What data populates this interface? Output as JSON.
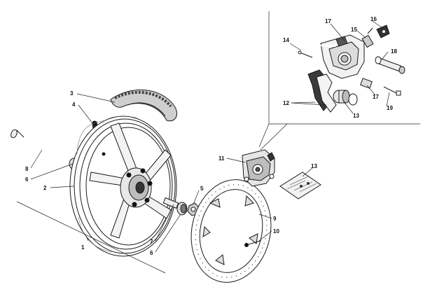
{
  "callouts": {
    "c1": "1",
    "c2": "2",
    "c3": "3",
    "c4": "4",
    "c5": "5",
    "c6a": "6",
    "c6b": "6",
    "c7": "7",
    "c8": "8",
    "c9": "9",
    "c10": "10",
    "c11": "11",
    "c12": "12",
    "c13a": "13",
    "c13b": "13",
    "c14": "14",
    "c15": "15",
    "c16": "16",
    "c17a": "17",
    "c17b": "17",
    "c18": "18",
    "c19": "19"
  },
  "colors": {
    "ink": "#1a1a1a",
    "paper": "#ffffff",
    "shade": "#555555"
  },
  "parts": [
    {
      "number": "1",
      "icon": "wheel-assembly-icon"
    },
    {
      "number": "2",
      "icon": "rim-icon"
    },
    {
      "number": "3",
      "icon": "tire-icon"
    },
    {
      "number": "4",
      "icon": "valve-icon"
    },
    {
      "number": "5",
      "icon": "nut-icon"
    },
    {
      "number": "6",
      "icon": "bearing-icon"
    },
    {
      "number": "7",
      "icon": "spacer-icon"
    },
    {
      "number": "8",
      "icon": "axle-icon"
    },
    {
      "number": "9",
      "icon": "brake-disc-icon"
    },
    {
      "number": "10",
      "icon": "disc-bolt-icon"
    },
    {
      "number": "11",
      "icon": "brake-caliper-icon"
    },
    {
      "number": "12",
      "icon": "brake-pad-icon"
    },
    {
      "number": "13",
      "icon": "piston-seal-icon"
    },
    {
      "number": "14",
      "icon": "pin-icon"
    },
    {
      "number": "15",
      "icon": "bleed-screw-icon"
    },
    {
      "number": "16",
      "icon": "cap-icon"
    },
    {
      "number": "17",
      "icon": "bushing-icon"
    },
    {
      "number": "18",
      "icon": "caliper-bolt-icon"
    },
    {
      "number": "19",
      "icon": "screw-icon"
    }
  ]
}
